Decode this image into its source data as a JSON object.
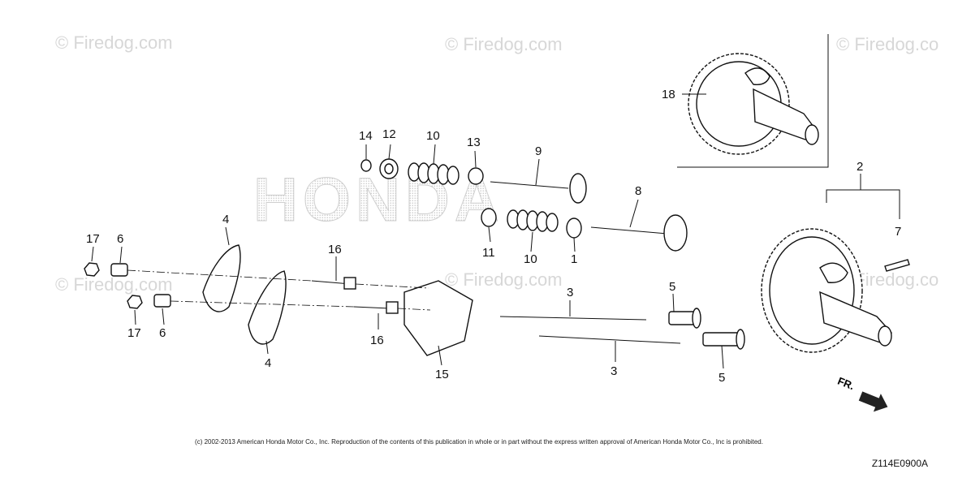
{
  "watermarks": [
    "© Firedog.com",
    "© Firedog.com",
    "© Firedog.co",
    "© Firedog.com",
    "© Firedog.com",
    "© Firedog.co"
  ],
  "brand_text": "HONDA",
  "callouts": {
    "c1": "1",
    "c2": "2",
    "c3a": "3",
    "c3b": "3",
    "c4a": "4",
    "c4b": "4",
    "c5a": "5",
    "c5b": "5",
    "c6a": "6",
    "c6b": "6",
    "c7": "7",
    "c8": "8",
    "c9": "9",
    "c10a": "10",
    "c10b": "10",
    "c11": "11",
    "c12": "12",
    "c13": "13",
    "c14": "14",
    "c15": "15",
    "c16a": "16",
    "c16b": "16",
    "c17a": "17",
    "c17b": "17",
    "c18": "18"
  },
  "direction_label": "FR.",
  "copyright": "(c) 2002-2013 American Honda Motor Co., Inc. Reproduction of the contents of this publication in whole or in part without the express written approval of American Honda Motor Co., Inc is prohibited.",
  "diagram_code": "Z114E0900A"
}
